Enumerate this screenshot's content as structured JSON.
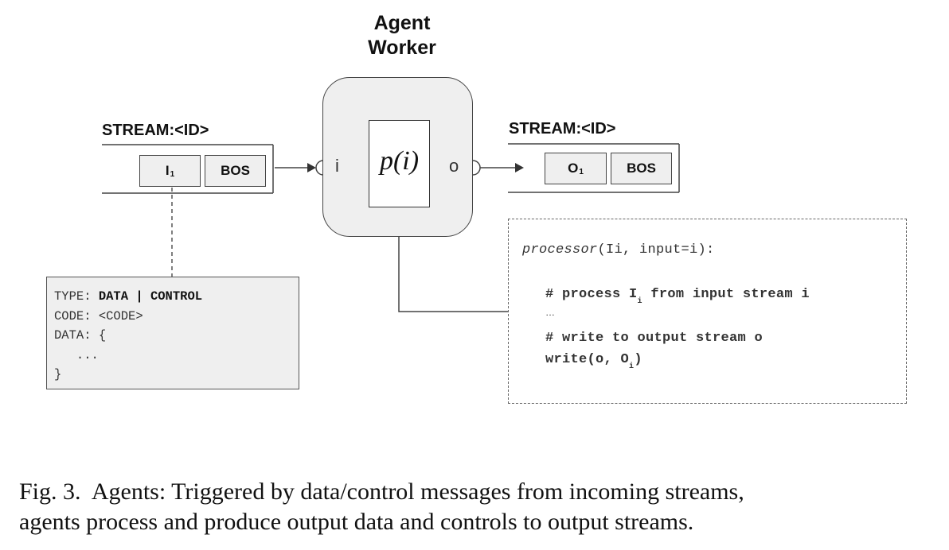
{
  "agent": {
    "title_line1": "Agent",
    "title_line2": "Worker",
    "processor_label": "p(i)",
    "input_port": "i",
    "output_port": "o"
  },
  "input_stream": {
    "title": "STREAM:<ID>",
    "messages": [
      {
        "base": "I",
        "sub": "1"
      },
      {
        "base": "BOS",
        "sub": ""
      }
    ]
  },
  "output_stream": {
    "title": "STREAM:<ID>",
    "messages": [
      {
        "base": "O",
        "sub": "1"
      },
      {
        "base": "BOS",
        "sub": ""
      }
    ]
  },
  "message_schema": {
    "type_key": "TYPE:",
    "type_value": "DATA | CONTROL",
    "code_key": "CODE:",
    "code_value": "<CODE>",
    "data_key": "DATA:",
    "data_open": "{",
    "data_ellipsis": "...",
    "data_close": "}"
  },
  "processor_code": {
    "fn_name": "processor",
    "fn_args": "(Ii, input=i):",
    "comment1_prefix": "# process I",
    "comment1_sub": "i",
    "comment1_suffix": " from input stream i",
    "ellipsis": "…",
    "comment2": "# write to output stream o",
    "write_prefix": "write(o, O",
    "write_sub": "i",
    "write_suffix": ")"
  },
  "caption": {
    "line1": "Fig. 3.  Agents: Triggered by data/control messages from incoming streams,",
    "line2": "agents process and produce output data and controls to output streams."
  }
}
